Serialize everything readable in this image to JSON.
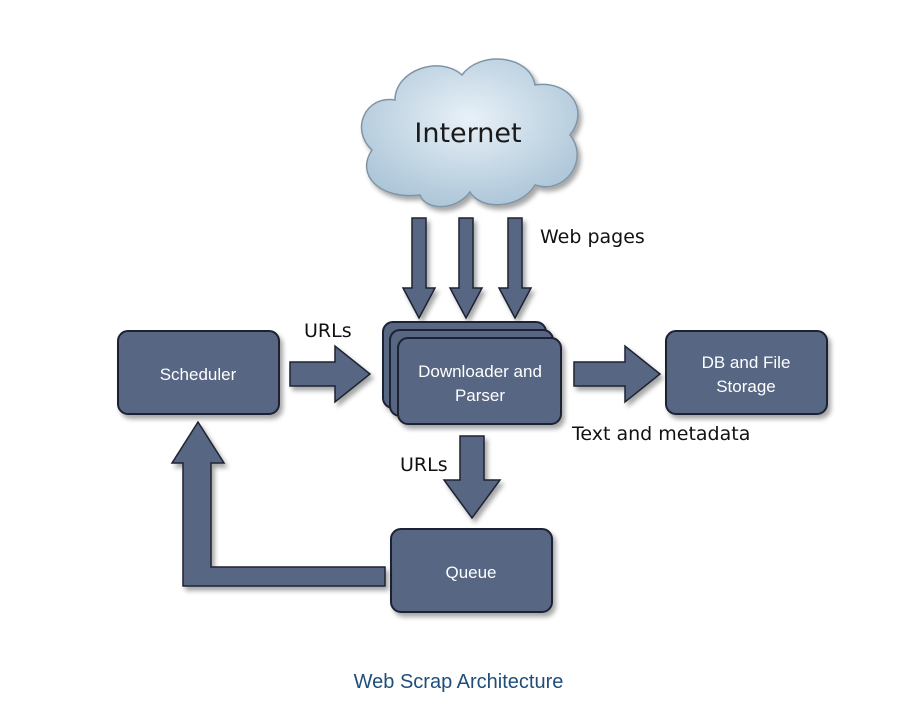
{
  "cloud": {
    "label": "Internet"
  },
  "nodes": {
    "scheduler": "Scheduler",
    "downloader": [
      "Downloader and",
      "Parser"
    ],
    "storage": [
      "DB and File",
      "Storage"
    ],
    "queue": "Queue"
  },
  "edges": {
    "web_pages": "Web pages",
    "urls_in": "URLs",
    "urls_out": "URLs",
    "text_metadata": "Text and metadata"
  },
  "caption": "Web Scrap Architecture",
  "colors": {
    "node_fill": "#566683",
    "node_stroke": "#1e2430",
    "cloud_fill": "#c9dbe8",
    "caption": "#1f4e79"
  }
}
